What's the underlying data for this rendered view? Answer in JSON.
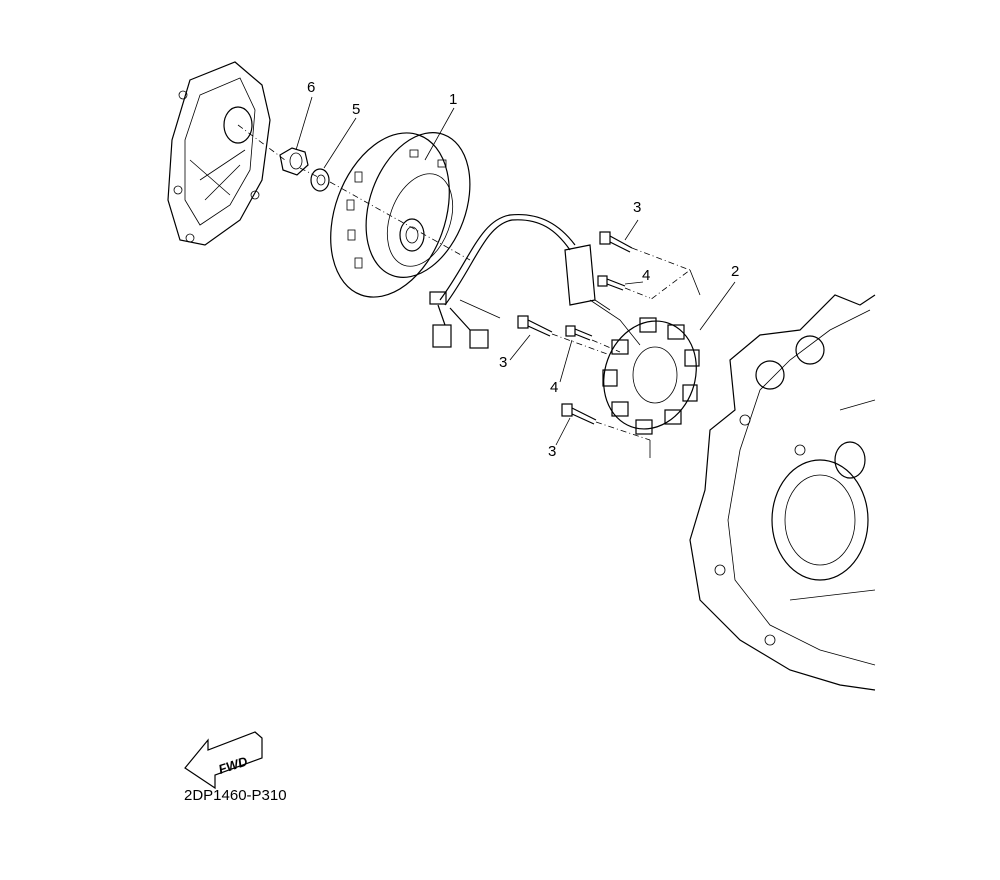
{
  "diagram_code": "2DP1460-P310",
  "fwd_label": "FWD",
  "callouts": [
    "6",
    "5",
    "1",
    "3",
    "4",
    "2",
    "3",
    "4",
    "3"
  ],
  "parts": [
    "cover",
    "nut",
    "washer",
    "rotor",
    "stator",
    "bolt",
    "screw",
    "crankcase"
  ]
}
